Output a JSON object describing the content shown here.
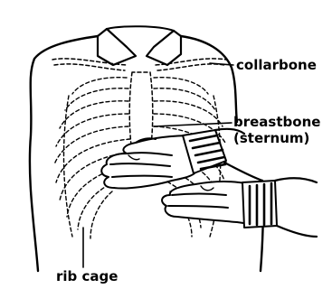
{
  "labels": {
    "collarbone": "collarbone",
    "breastbone": "breastbone",
    "sternum": "(sternum)",
    "rib_cage": "rib cage"
  },
  "colors": {
    "ink": "#000000",
    "background": "#ffffff"
  }
}
